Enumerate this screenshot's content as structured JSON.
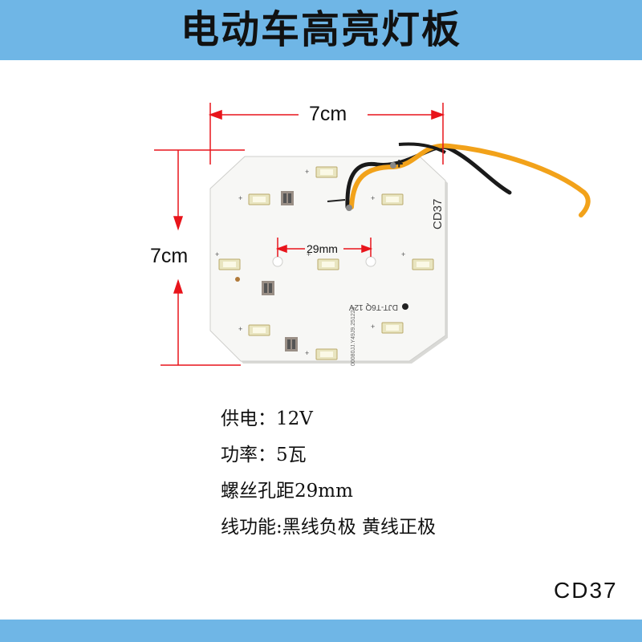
{
  "title": "电动车高亮灯板",
  "dimensions": {
    "width_label": "7cm",
    "height_label": "7cm",
    "hole_spacing_label": "29mm"
  },
  "board": {
    "model_marking": "CD37",
    "print_marking": "DJT-T6Q 12V",
    "batch_marking": "00080JJ.Y49J9.251224",
    "polarity_plus": "+"
  },
  "specs": {
    "power_supply": "供电：12V",
    "power": "功率：5瓦",
    "screw_spacing": "螺丝孔距29mm",
    "wire_function": "线功能:黑线负极 黄线正极"
  },
  "product_code": "CD37",
  "colors": {
    "banner": "#6fb6e6",
    "dimension_lines": "#e8141b",
    "board": "#f7f7f5",
    "yellow_wire": "#f2a21a",
    "black_wire": "#1a1a1a"
  }
}
